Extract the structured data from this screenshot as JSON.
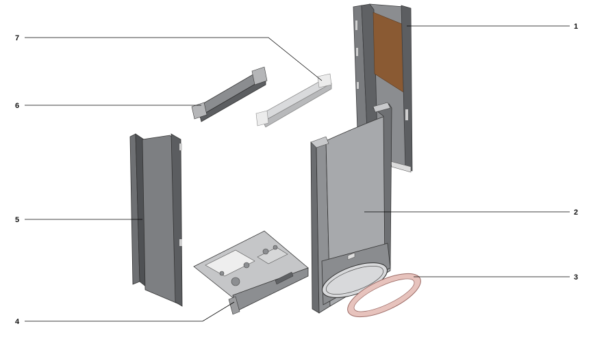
{
  "callouts": [
    {
      "label": "1"
    },
    {
      "label": "2"
    },
    {
      "label": "3"
    },
    {
      "label": "4"
    },
    {
      "label": "5"
    },
    {
      "label": "6"
    },
    {
      "label": "7"
    }
  ],
  "colors": {
    "panel_dark": "#6f7174",
    "panel_mid": "#8b8d90",
    "panel_light": "#b9babc",
    "insulation": "#8a5a33",
    "gasket": "#e7c3bd",
    "gasket_edge": "#9c6b66",
    "leader": "#000000"
  }
}
